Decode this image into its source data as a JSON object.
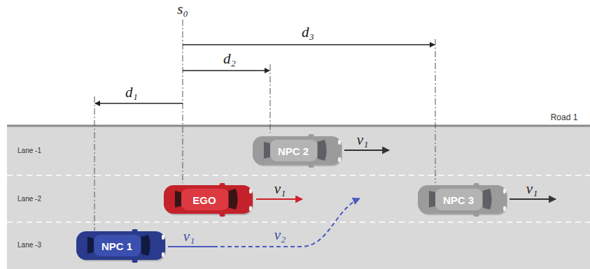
{
  "diagram": {
    "nodes": [
      {
        "text": [
          "NPC 2"
        ]
      },
      {
        "text": [
          "EGO"
        ]
      },
      {
        "text": [
          "NPC 3"
        ]
      },
      {
        "text": [
          "NPC 1"
        ]
      }
    ],
    "labels": [
      "s₀",
      "d₃",
      "d₂",
      "d₁",
      "Road 1",
      "Lane -1",
      "v₁",
      "Lane -2",
      "v₁",
      "v₁",
      "Lane -3",
      "v₁",
      "v₂"
    ]
  }
}
